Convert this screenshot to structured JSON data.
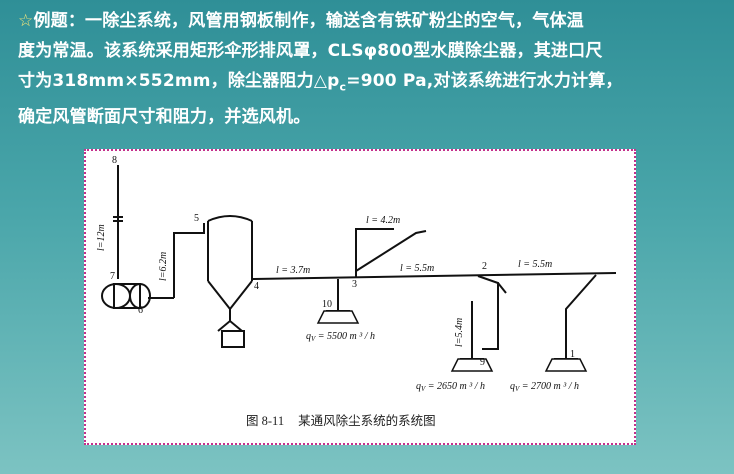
{
  "problem": {
    "star": "☆",
    "line1": "例题：一除尘系统，风管用钢板制作，输送含有铁矿粉尘的空气，气体温",
    "line2": "度为常温。该系统采用矩形伞形排风罩，CLSφ800型水膜除尘器，其进口尺",
    "line3": "寸为318mm×552mm，除尘器阻力△p",
    "line3_sub": "c",
    "line3_tail": "=900 Pa,对该系统进行水力计算，",
    "line4": "确定风管断面尺寸和阻力，并选风机。"
  },
  "figure": {
    "caption_no": "图 8-11",
    "caption_title": "某通风除尘系统的系统图",
    "nodes": {
      "n1": "1",
      "n2": "2",
      "n3": "3",
      "n4": "4",
      "n5": "5",
      "n6": "6",
      "n7": "7",
      "n8": "8",
      "n9": "9",
      "n10": "10"
    },
    "lengths": {
      "l12": "l=12m",
      "l62": "l=6.2m",
      "l37": "l = 3.7m",
      "l42": "l = 4.2m",
      "l55a": "l = 5.5m",
      "l55b": "l = 5.5m",
      "l54": "l=5.4m"
    },
    "flows": {
      "q10": "q",
      "q10_sub": "V",
      "q10_val": " = 5500 m ³ / h",
      "q9": "q",
      "q9_sub": "V",
      "q9_val": " = 2650 m ³ / h",
      "q1": "q",
      "q1_sub": "V",
      "q1_val": " = 2700 m ³ / h"
    }
  }
}
